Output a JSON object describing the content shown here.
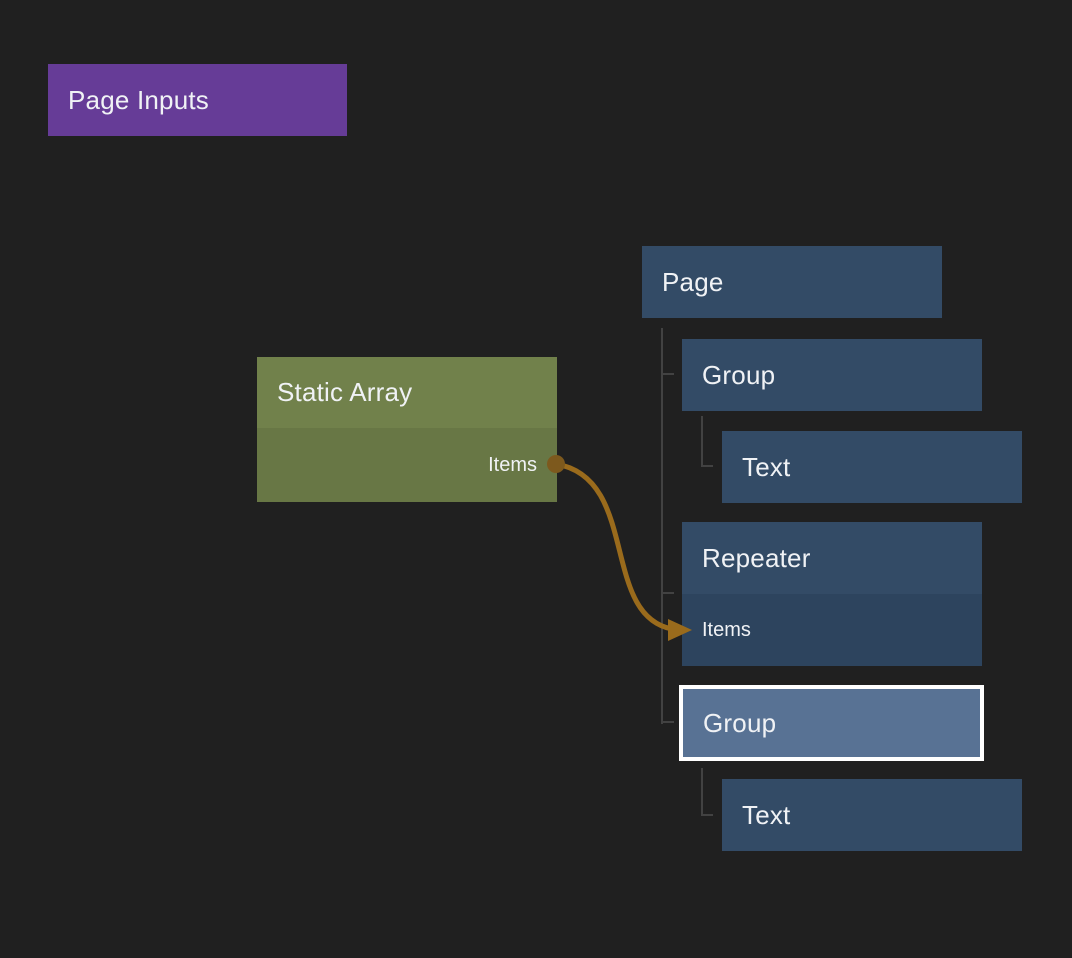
{
  "canvas": {
    "background_color": "#202020",
    "tree_line_color": "#424242",
    "text_color": "#f0f2f5"
  },
  "nodes": {
    "page_inputs": {
      "title": "Page Inputs",
      "color": "#663c97"
    },
    "static_array": {
      "title": "Static Array",
      "header_color": "#71814b",
      "body_color": "#687745",
      "output_port": {
        "label": "Items"
      }
    },
    "page": {
      "title": "Page",
      "color": "#334b66"
    },
    "group_1": {
      "title": "Group",
      "color": "#334b66"
    },
    "text_1": {
      "title": "Text",
      "color": "#334b66"
    },
    "repeater": {
      "title": "Repeater",
      "header_color": "#334b66",
      "body_color": "#2d445e",
      "input_port": {
        "label": "Items"
      }
    },
    "group_selected": {
      "title": "Group",
      "color": "#587294",
      "selected": true,
      "selection_border_color": "#ffffff"
    },
    "text_2": {
      "title": "Text",
      "color": "#334b66"
    }
  },
  "connection": {
    "from_node": "Static Array",
    "from_port": "Items",
    "to_node": "Repeater",
    "to_port": "Items",
    "color": "#9a6b1c",
    "port_dot_color": "#7d591d"
  }
}
